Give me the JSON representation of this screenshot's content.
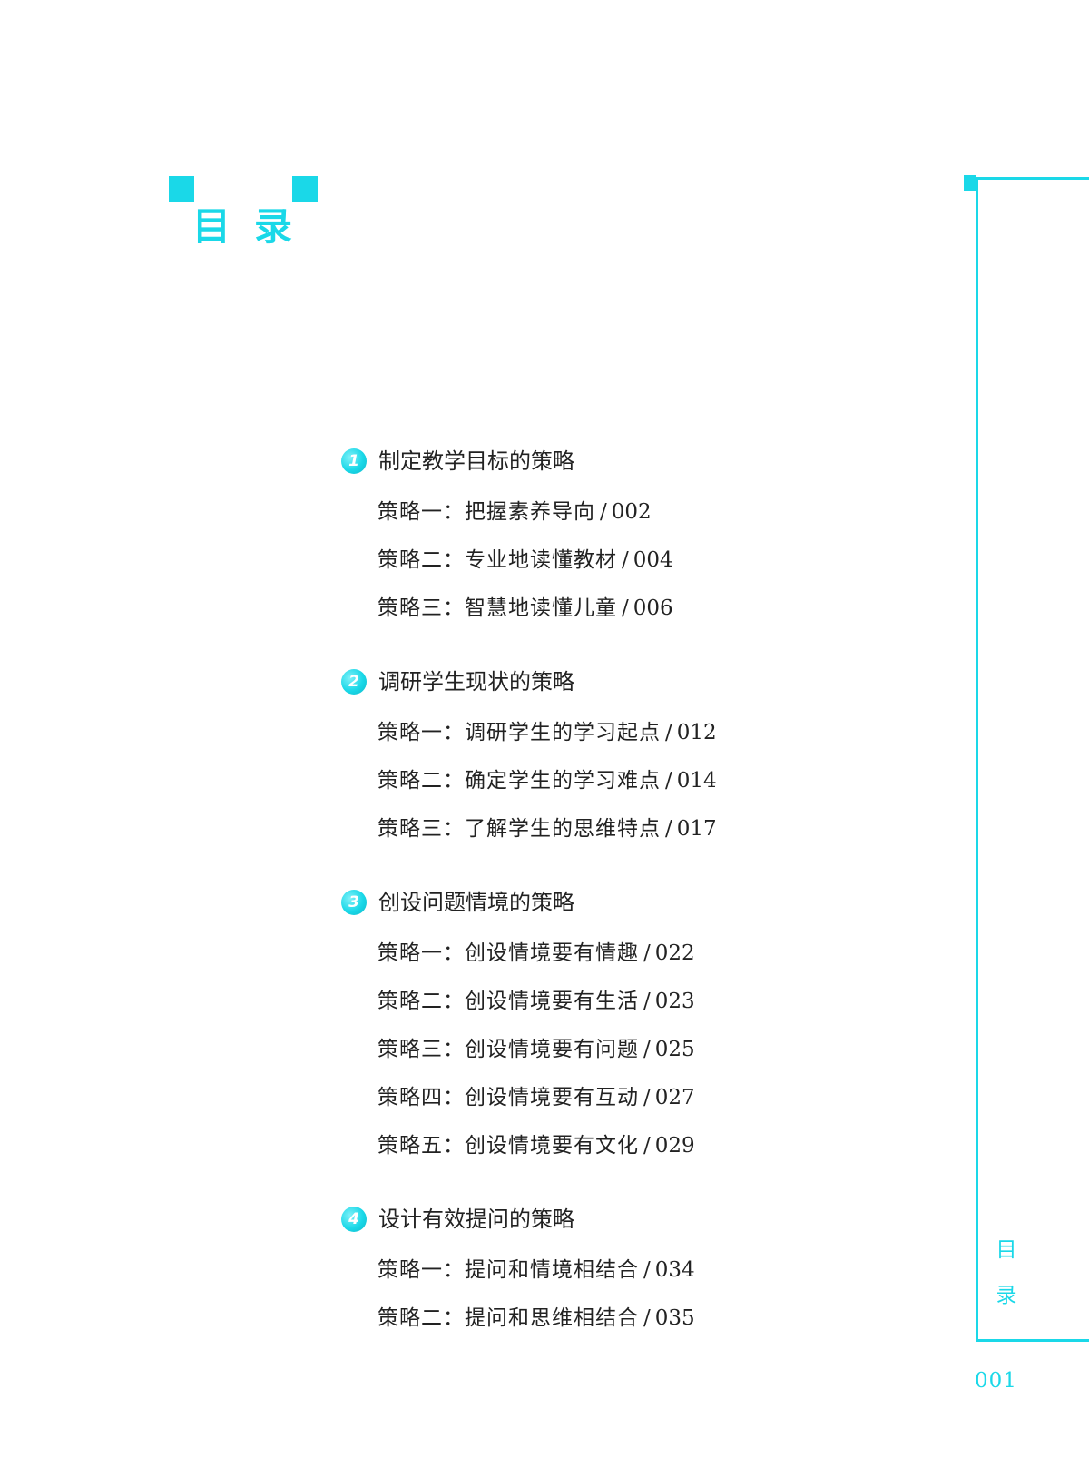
{
  "heading": "目录",
  "toc": [
    {
      "number": "1",
      "title": "制定教学目标的策略",
      "entries": [
        {
          "label": "策略一：把握素养导向",
          "page": "002"
        },
        {
          "label": "策略二：专业地读懂教材",
          "page": "004"
        },
        {
          "label": "策略三：智慧地读懂儿童",
          "page": "006"
        }
      ]
    },
    {
      "number": "2",
      "title": "调研学生现状的策略",
      "entries": [
        {
          "label": "策略一：调研学生的学习起点",
          "page": "012"
        },
        {
          "label": "策略二：确定学生的学习难点",
          "page": "014"
        },
        {
          "label": "策略三：了解学生的思维特点",
          "page": "017"
        }
      ]
    },
    {
      "number": "3",
      "title": "创设问题情境的策略",
      "entries": [
        {
          "label": "策略一：创设情境要有情趣",
          "page": "022"
        },
        {
          "label": "策略二：创设情境要有生活",
          "page": "023"
        },
        {
          "label": "策略三：创设情境要有问题",
          "page": "025"
        },
        {
          "label": "策略四：创设情境要有互动",
          "page": "027"
        },
        {
          "label": "策略五：创设情境要有文化",
          "page": "029"
        }
      ]
    },
    {
      "number": "4",
      "title": "设计有效提问的策略",
      "entries": [
        {
          "label": "策略一：提问和情境相结合",
          "page": "034"
        },
        {
          "label": "策略二：提问和思维相结合",
          "page": "035"
        }
      ]
    }
  ],
  "tab": {
    "line1": "目",
    "line2": "录"
  },
  "page_number": "001",
  "colors": {
    "accent": "#1ad8e8",
    "text": "#222222"
  },
  "separator": "/"
}
